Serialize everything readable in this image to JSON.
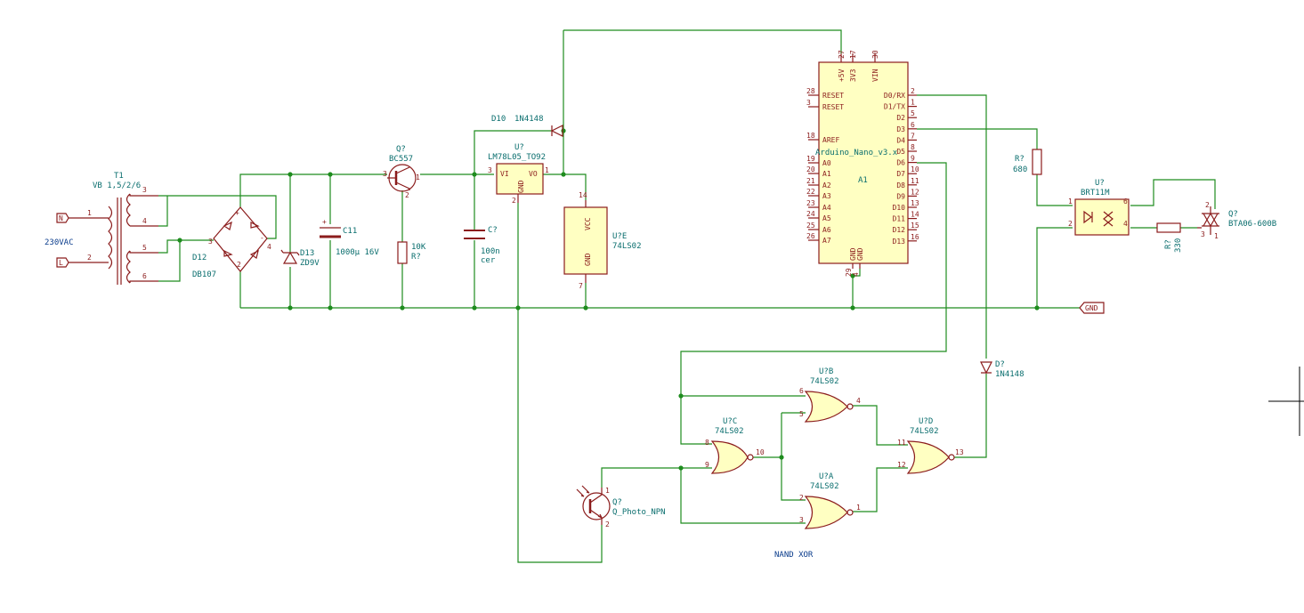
{
  "components": {
    "T1": {
      "ref": "T1",
      "value": "VB 1,5/2/6"
    },
    "input_label": "230VAC",
    "port_n": "N",
    "port_l": "L",
    "D12": {
      "ref": "D12",
      "value": "DB107"
    },
    "D13": {
      "ref": "D13",
      "value": "ZD9V"
    },
    "C11": {
      "ref": "C11",
      "value": "1000µ 16V"
    },
    "Q_pnp": {
      "ref": "Q?",
      "value": "BC557"
    },
    "R_10k": {
      "ref": "R?",
      "value": "10K"
    },
    "C7": {
      "ref": "C?",
      "value": "100n",
      "sub": "cer"
    },
    "D10": {
      "ref": "D10",
      "value": "1N4148"
    },
    "U_reg": {
      "ref": "U?",
      "value": "LM78L05_TO92",
      "vi": "VI",
      "vo": "VO",
      "gnd": "GND"
    },
    "U7E": {
      "ref": "U?E",
      "value": "74LS02",
      "vcc": "VCC",
      "gnd": "GND"
    },
    "A1": {
      "ref": "A1",
      "value": "Arduino_Nano_v3.x"
    },
    "R_680": {
      "ref": "R?",
      "value": "680"
    },
    "U_opto": {
      "ref": "U?",
      "value": "BRT11M"
    },
    "R_330": {
      "ref": "R?",
      "value": "330"
    },
    "Q_triac": {
      "ref": "Q?",
      "value": "BTA06-600B"
    },
    "D_diode": {
      "ref": "D?",
      "value": "1N4148"
    },
    "U7B": {
      "ref": "U?B",
      "value": "74LS02"
    },
    "U7C": {
      "ref": "U?C",
      "value": "74LS02"
    },
    "U7D": {
      "ref": "U?D",
      "value": "74LS02"
    },
    "U7A": {
      "ref": "U?A",
      "value": "74LS02"
    },
    "Q_photo": {
      "ref": "Q?",
      "value": "Q_Photo_NPN"
    },
    "gnd_label": "GND",
    "xor_note": "NAND XOR"
  },
  "nano_pins": {
    "top": [
      {
        "num": "27",
        "name": "+5V"
      },
      {
        "num": "17",
        "name": "3V3"
      },
      {
        "num": "30",
        "name": "VIN"
      }
    ],
    "left": [
      {
        "num": "28",
        "name": "RESET"
      },
      {
        "num": "3",
        "name": "RESET"
      },
      {
        "num": "18",
        "name": "AREF"
      },
      {
        "num": "19",
        "name": "A0"
      },
      {
        "num": "20",
        "name": "A1"
      },
      {
        "num": "21",
        "name": "A2"
      },
      {
        "num": "22",
        "name": "A3"
      },
      {
        "num": "23",
        "name": "A4"
      },
      {
        "num": "24",
        "name": "A5"
      },
      {
        "num": "25",
        "name": "A6"
      },
      {
        "num": "26",
        "name": "A7"
      }
    ],
    "right": [
      {
        "num": "2",
        "name": "D0/RX"
      },
      {
        "num": "1",
        "name": "D1/TX"
      },
      {
        "num": "5",
        "name": "D2"
      },
      {
        "num": "6",
        "name": "D3"
      },
      {
        "num": "7",
        "name": "D4"
      },
      {
        "num": "8",
        "name": "D5"
      },
      {
        "num": "9",
        "name": "D6"
      },
      {
        "num": "10",
        "name": "D7"
      },
      {
        "num": "11",
        "name": "D8"
      },
      {
        "num": "12",
        "name": "D9"
      },
      {
        "num": "13",
        "name": "D10"
      },
      {
        "num": "14",
        "name": "D11"
      },
      {
        "num": "15",
        "name": "D12"
      },
      {
        "num": "16",
        "name": "D13"
      }
    ],
    "bottom": [
      {
        "num": "29",
        "name": "GND"
      },
      {
        "num": "4",
        "name": "GND"
      }
    ]
  }
}
